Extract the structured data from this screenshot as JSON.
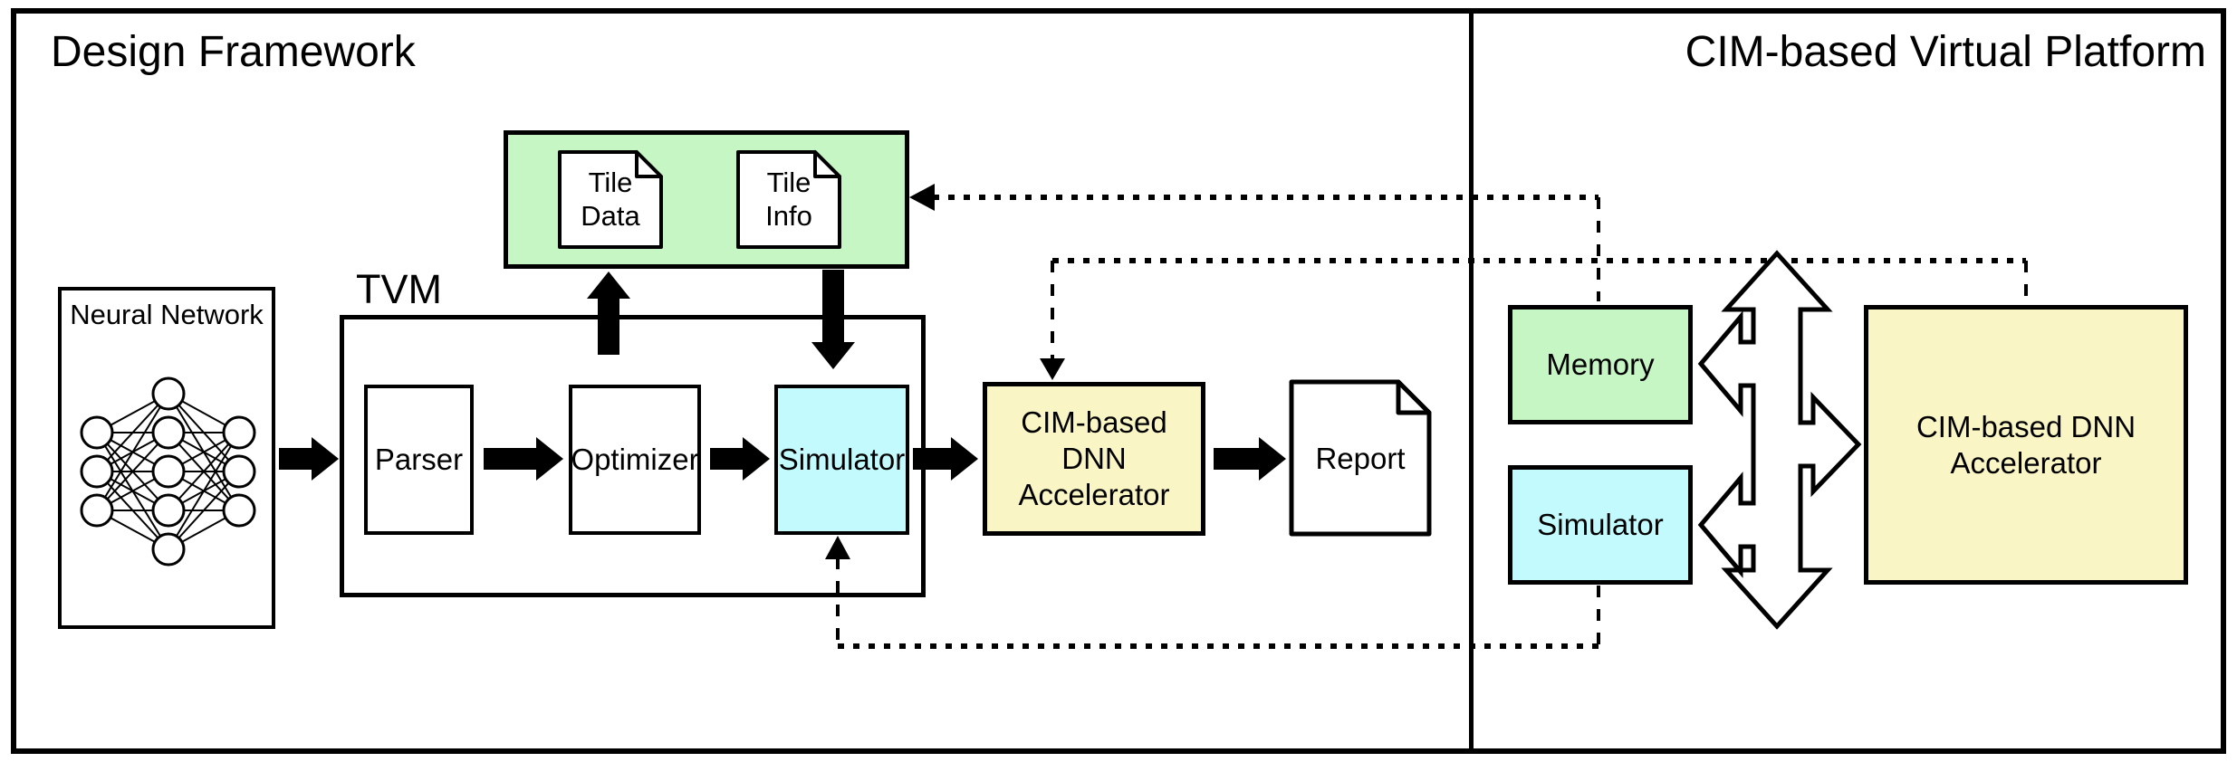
{
  "frame": {
    "left_title": "Design Framework",
    "right_title": "CIM-based Virtual Platform"
  },
  "design_framework": {
    "neural_network_label": "Neural Network",
    "tvm_label": "TVM",
    "parser_label": "Parser",
    "optimizer_label": "Optimizer",
    "simulator_label": "Simulator",
    "tile_data_doc": {
      "line1": "Tile",
      "line2": "Data"
    },
    "tile_info_doc": {
      "line1": "Tile",
      "line2": "Info"
    },
    "accelerator_label": {
      "line1": "CIM-based",
      "line2": "DNN",
      "line3": "Accelerator"
    },
    "report_label": "Report"
  },
  "virtual_platform": {
    "memory_label": "Memory",
    "simulator_label": "Simulator",
    "accelerator_label": {
      "line1": "CIM-based DNN",
      "line2": "Accelerator"
    }
  },
  "colors": {
    "green": "#c5f6c4",
    "cyan": "#c2fafd",
    "yellow": "#faf5c4",
    "line": "#000000",
    "background": "#ffffff"
  }
}
